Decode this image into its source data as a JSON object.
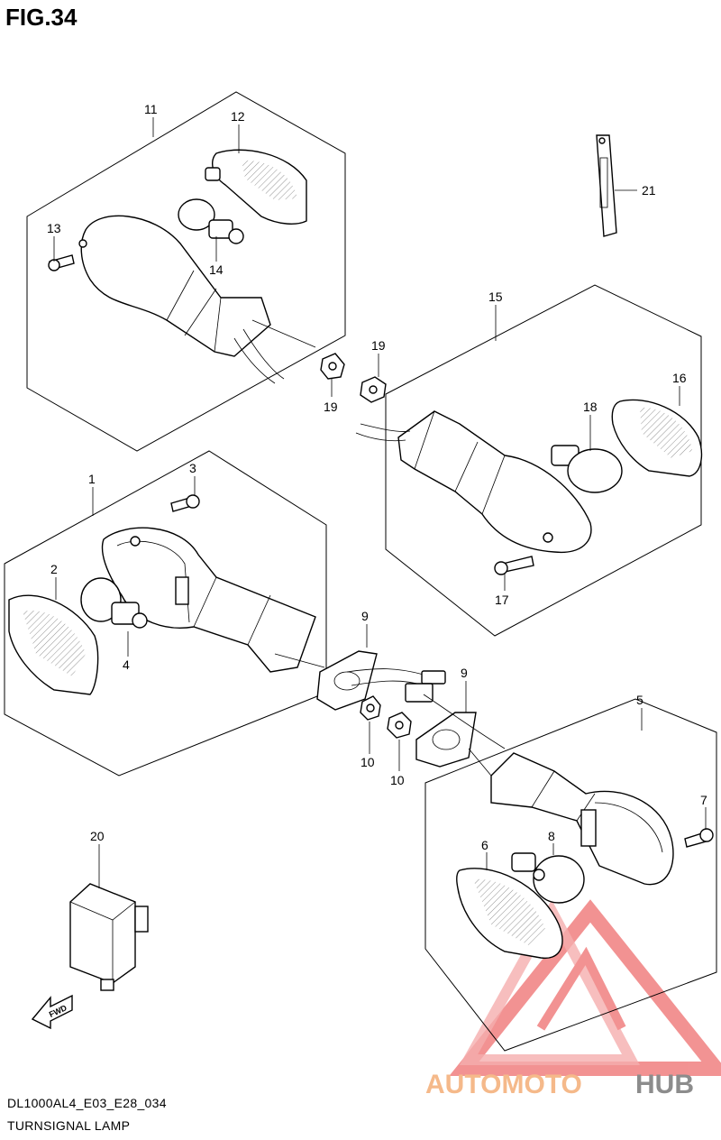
{
  "figure": {
    "title": "FIG.34",
    "model_code": "DL1000AL4_E03_E28_034",
    "name": "TURNSIGNAL LAMP"
  },
  "fwd_label": "FWD",
  "watermark": {
    "part1": "AUTOMOTO",
    "part2": "HUB",
    "colors": {
      "primary": "#f08080",
      "accent": "#f5b98a",
      "dark": "#8c8c8c"
    }
  },
  "callouts": [
    {
      "id": "c1",
      "label": "1"
    },
    {
      "id": "c2",
      "label": "2"
    },
    {
      "id": "c3",
      "label": "3"
    },
    {
      "id": "c4",
      "label": "4"
    },
    {
      "id": "c5",
      "label": "5"
    },
    {
      "id": "c6",
      "label": "6"
    },
    {
      "id": "c7",
      "label": "7"
    },
    {
      "id": "c8",
      "label": "8"
    },
    {
      "id": "c9a",
      "label": "9"
    },
    {
      "id": "c9b",
      "label": "9"
    },
    {
      "id": "c10a",
      "label": "10"
    },
    {
      "id": "c10b",
      "label": "10"
    },
    {
      "id": "c11",
      "label": "11"
    },
    {
      "id": "c12",
      "label": "12"
    },
    {
      "id": "c13",
      "label": "13"
    },
    {
      "id": "c14",
      "label": "14"
    },
    {
      "id": "c15",
      "label": "15"
    },
    {
      "id": "c16",
      "label": "16"
    },
    {
      "id": "c17",
      "label": "17"
    },
    {
      "id": "c18",
      "label": "18"
    },
    {
      "id": "c19a",
      "label": "19"
    },
    {
      "id": "c19b",
      "label": "19"
    },
    {
      "id": "c20",
      "label": "20"
    },
    {
      "id": "c21",
      "label": "21"
    }
  ]
}
